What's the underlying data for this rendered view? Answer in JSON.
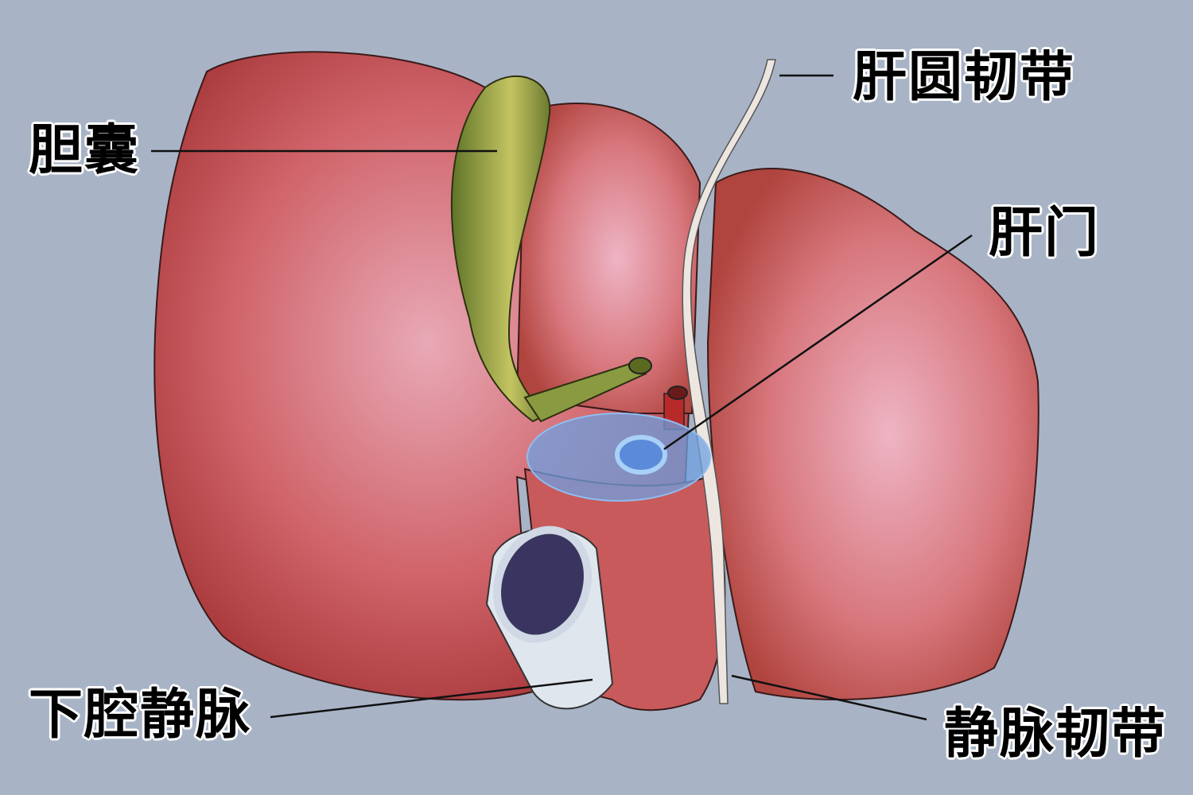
{
  "labels": {
    "gallbladder": "胆囊",
    "round_ligament": "肝圆韧带",
    "porta_hepatis": "肝门",
    "inferior_vena_cava": "下腔静脉",
    "ligamentum_venosum": "静脉韧带"
  },
  "colors": {
    "background": "#a8b4c6",
    "liver": "#c9545a",
    "gallbladder": "#7a8a3a",
    "highlight": "#6fa0e0"
  }
}
